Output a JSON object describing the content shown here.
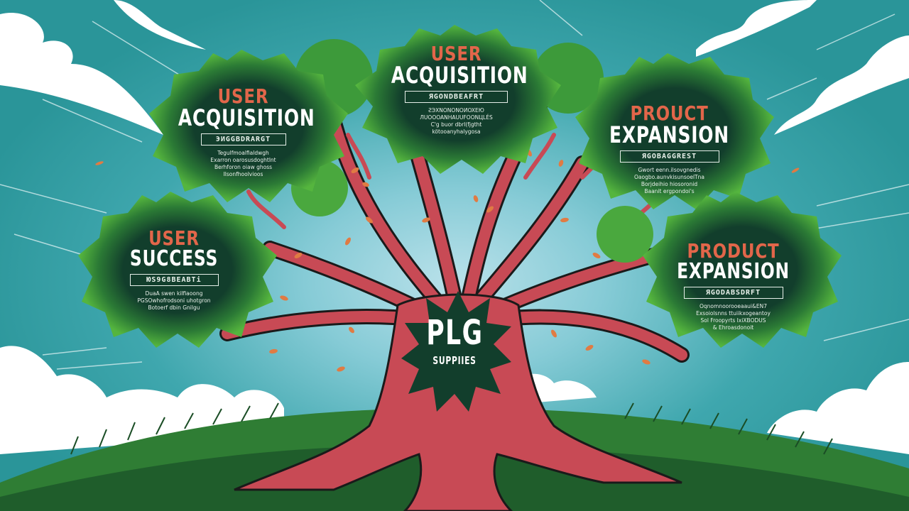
{
  "diagram": {
    "type": "tree-infographic",
    "colors": {
      "sky": "#2a9a9e",
      "sky_glow": "#b9e1ea",
      "foliage_dark": "#123e2c",
      "foliage_light": "#3f9a35",
      "trunk": "#c84a55",
      "accent_text": "#e2664a",
      "white_text": "#ffffff",
      "grass": "#2e7d32",
      "leaves_falling": "#e07b43"
    },
    "trunk": {
      "title": "PLG",
      "subtitle": "SUPPIIES"
    },
    "canopies": [
      {
        "id": "top-center",
        "title_top": "USER",
        "title_main": "ACQUISITION",
        "label": "ЯGONDBEAFRT",
        "description": [
          "ƧЭХNONONOИOXEЮ",
          "ЛUOOOANHAUUFOONЦLÉS",
          "C'g buor dbrl(fjgtht",
          "kötooanyhalygosa"
        ]
      },
      {
        "id": "upper-left",
        "title_top": "USER",
        "title_main": "ACQUISITION",
        "label": "ЭИGGBDRARGT",
        "description": [
          "Tegulfmoalfialdwgh",
          "Exarron oarosusdoghtlnt",
          " Berhforon oiaw ghoss",
          "Ilsonfhoolvioos"
        ]
      },
      {
        "id": "upper-right",
        "title_top": "PROUCT",
        "title_main": "EXPANSION",
        "label": "ЯGOBAGGREST",
        "description": [
          "Gwort eenn.ilsovgnedis",
          "Oaogbo.aunvkisunsoelTna",
          "Borjdeihio hiosoronid",
          "Baanit ergpondoi's"
        ]
      },
      {
        "id": "lower-left",
        "title_top": "USER",
        "title_main": "SUCCESS",
        "label": "ЮS9G8BEABTi",
        "description": [
          "DuaA swen kilfiaoong",
          "PGSOwhofrodsoni uhotgron",
          "Botoerf dbin Gnilgu"
        ]
      },
      {
        "id": "lower-right",
        "title_top": "PRODUCT",
        "title_main": "EXPANSION",
        "label": "ЯGODABSDRFT",
        "description": [
          "Oqnomnoorooeaaui&EN7",
          "Exsoiolsnns ttuiikxogeantoy",
          "Sol Froopyrts IxiXBODUS",
          "&    Ehroasdonoit"
        ]
      }
    ]
  }
}
